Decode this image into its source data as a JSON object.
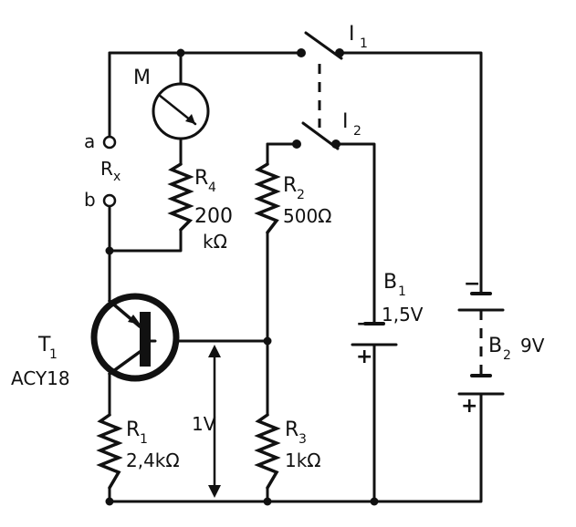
{
  "switches": {
    "i1": {
      "letter": "I",
      "sub": "1"
    },
    "i2": {
      "letter": "I",
      "sub": "2"
    }
  },
  "meter": {
    "label": "M"
  },
  "terminals": {
    "a": "a",
    "b": "b",
    "rx_letter": "R",
    "rx_sub": "x"
  },
  "r4": {
    "letter": "R",
    "sub": "4",
    "value": "200",
    "unit": "kΩ"
  },
  "r2": {
    "letter": "R",
    "sub": "2",
    "value": "500Ω"
  },
  "b1": {
    "letter": "B",
    "sub": "1",
    "value": "1,5V",
    "minus": "−",
    "plus": "+"
  },
  "b2": {
    "letter": "B",
    "sub": "2",
    "value": "9V",
    "minus": "−",
    "plus": "+"
  },
  "t1": {
    "letter": "T",
    "sub": "1",
    "part": "ACY18"
  },
  "r1": {
    "letter": "R",
    "sub": "1",
    "value": "2,4kΩ"
  },
  "r3": {
    "letter": "R",
    "sub": "3",
    "value": "1kΩ"
  },
  "voltage": {
    "value": "1V"
  },
  "colors": {
    "ink": "#111111",
    "paper": "#ffffff"
  }
}
